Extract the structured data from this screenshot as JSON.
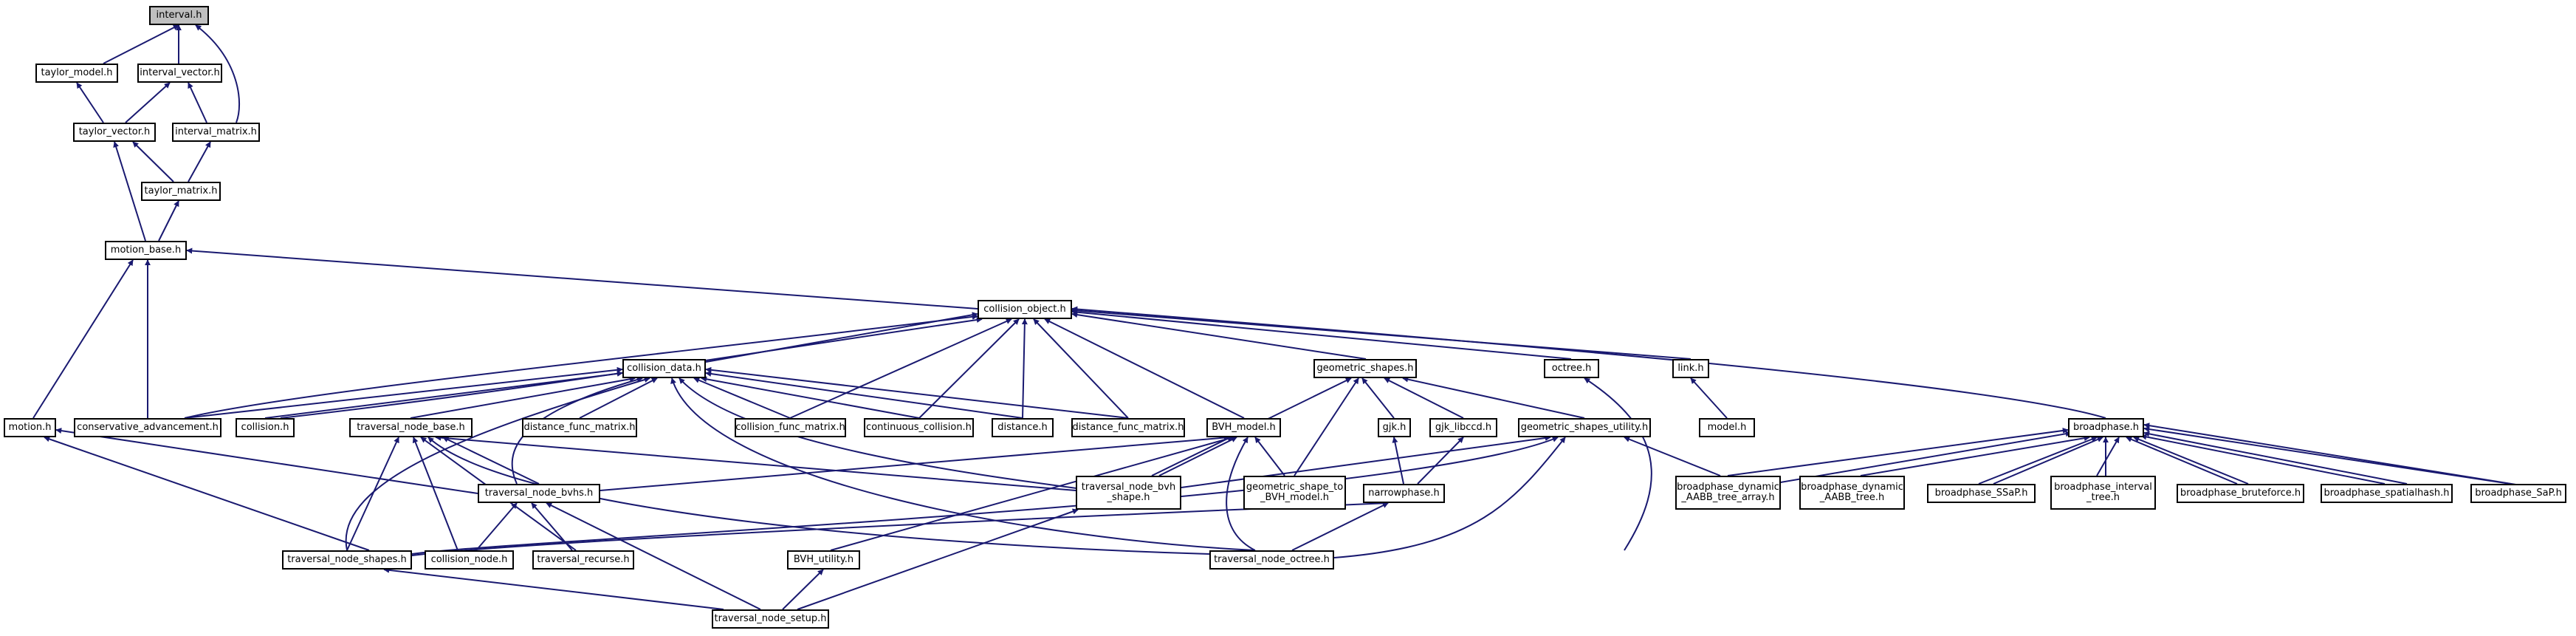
{
  "colors": {
    "edge": "#191970",
    "node_border": "#000000",
    "root_fill": "#bfbfbf",
    "node_fill": "#ffffff"
  },
  "nodes": {
    "interval": "interval.h",
    "taylor_model": "taylor_model.h",
    "interval_vector": "interval_vector.h",
    "taylor_vector": "taylor_vector.h",
    "interval_matrix": "interval_matrix.h",
    "taylor_matrix": "taylor_matrix.h",
    "motion_base": "motion_base.h",
    "collision_object": "collision_object.h",
    "collision_data": "collision_data.h",
    "geometric_shapes": "geometric_shapes.h",
    "octree": "octree.h",
    "link": "link.h",
    "motion": "motion.h",
    "conservative_advancement": "conservative_advancement.h",
    "collision": "collision.h",
    "traversal_node_base": "traversal_node_base.h",
    "distance_func_matrix": "distance_func_matrix.h",
    "collision_func_matrix": "collision_func_matrix.h",
    "continuous_collision": "continuous_collision.h",
    "distance": "distance.h",
    "distance_func_matrix2": "distance_func_matrix.h",
    "BVH_model": "BVH_model.h",
    "gjk": "gjk.h",
    "gjk_libccd": "gjk_libccd.h",
    "geometric_shapes_utility": "geometric_shapes_utility.h",
    "model": "model.h",
    "broadphase": "broadphase.h",
    "traversal_node_bvhs": "traversal_node_bvhs.h",
    "traversal_node_bvh_shape": "traversal_node_bvh\n_shape.h",
    "geometric_shape_to_BVH_model": "geometric_shape_to\n_BVH_model.h",
    "narrowphase": "narrowphase.h",
    "broadphase_dynamic_AABB_tree_array": "broadphase_dynamic\n_AABB_tree_array.h",
    "broadphase_dynamic_AABB_tree": "broadphase_dynamic\n_AABB_tree.h",
    "broadphase_SSaP": "broadphase_SSaP.h",
    "broadphase_interval_tree": "broadphase_interval\n_tree.h",
    "broadphase_bruteforce": "broadphase_bruteforce.h",
    "broadphase_spatialhash": "broadphase_spatialhash.h",
    "broadphase_SaP": "broadphase_SaP.h",
    "traversal_node_shapes": "traversal_node_shapes.h",
    "collision_node": "collision_node.h",
    "traversal_recurse": "traversal_recurse.h",
    "BVH_utility": "BVH_utility.h",
    "traversal_node_octree": "traversal_node_octree.h",
    "traversal_node_setup": "traversal_node_setup.h"
  }
}
